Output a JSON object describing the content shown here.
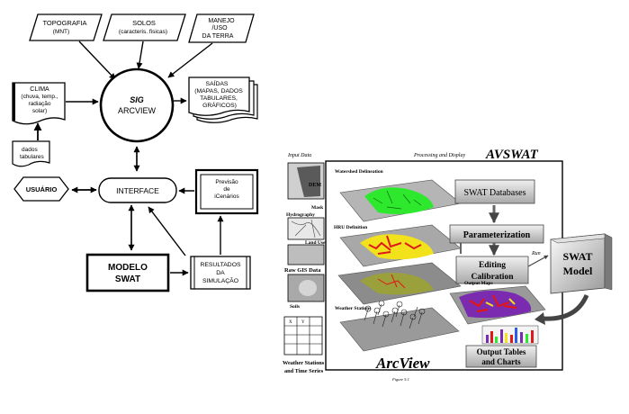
{
  "left_flowchart": {
    "topografia": [
      "TOPOGRAFIA",
      "(MNT)"
    ],
    "solos": [
      "SOLOS",
      "(caracteris. fisicas)"
    ],
    "manejo": [
      "MANEJO",
      "/USO",
      "DA TERRA"
    ],
    "clima": [
      "CLIMA",
      "(chuva, temp.,",
      "radiação",
      "solar)"
    ],
    "dados": [
      "dados",
      "tabulares"
    ],
    "sig_title": "SIG",
    "sig_sub": "ARCVIEW",
    "saidas": [
      "SAÍDAS",
      "(MAPAS, DADOS",
      "TABULARES,",
      "GRÁFICOS)"
    ],
    "usuario": "USUÁRIO",
    "interface": "INTERFACE",
    "previsao": [
      "Previsão",
      "de",
      "iCenários"
    ],
    "modelo": [
      "MODELO",
      "SWAT"
    ],
    "resultados": [
      "RESULTADOS",
      "DA",
      "SIMULAÇÃO"
    ]
  },
  "right_figure": {
    "title": "AVSWAT",
    "input_header": "Input Data",
    "processing_header": "Processing and Display",
    "labels": {
      "dem": "DEM",
      "mask": "Mask",
      "hydrography": "Hydrography",
      "land_use": "Land Use",
      "raw_gis": "Raw GIS Data",
      "soils": "Soils",
      "weather_station_stations": [
        "Weather Stations",
        "and Time Series"
      ],
      "table_headers": [
        "X",
        "Y"
      ]
    },
    "layer_labels": {
      "watershed": "Watershed Delineation",
      "hru": "HRU Definition",
      "output_maps": "Output Maps",
      "weather_stations": "Weather Stations"
    },
    "boxes": {
      "databases": "SWAT Databases",
      "parameterization": "Parameterization",
      "editing": [
        "Editing",
        "Calibration"
      ],
      "run": "Run",
      "model": [
        "SWAT",
        "Model"
      ],
      "output_tables": [
        "Output Tables",
        "and Charts"
      ]
    },
    "arcview": "ArcView",
    "caption": "Figure 5.1"
  },
  "colors": {
    "green": "#2ee82e",
    "red": "#e01818",
    "yellow": "#f2e21c",
    "olive": "#9aa03c",
    "purple": "#7a2bb0",
    "gray_box": "#d6d6d6"
  }
}
